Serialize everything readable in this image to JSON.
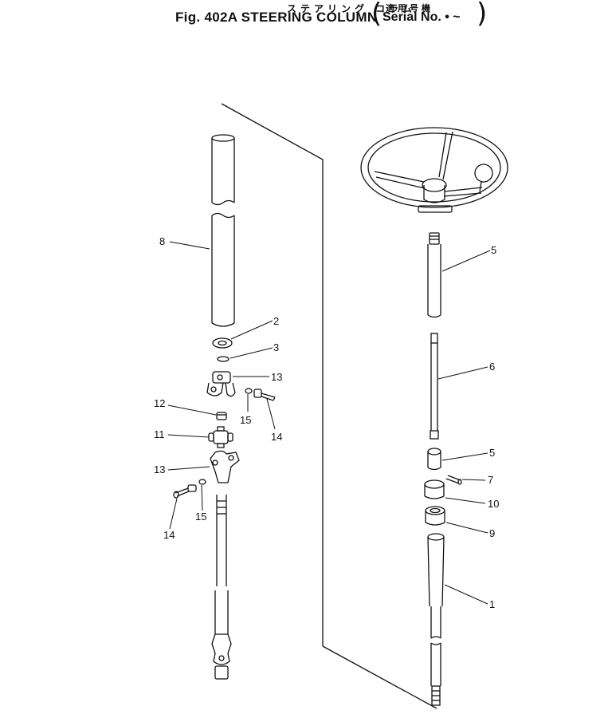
{
  "title": {
    "japanese": "ステアリング コラム",
    "main": "Fig. 402A STEERING COLUMN",
    "serial_japanese": "適用号機",
    "serial": "Serial No. • ~"
  },
  "callouts": {
    "c1": "1",
    "c2": "2",
    "c3": "3",
    "c5a": "5",
    "c5b": "5",
    "c6": "6",
    "c7": "7",
    "c8": "8",
    "c9": "9",
    "c10": "10",
    "c11": "11",
    "c12": "12",
    "c13a": "13",
    "c13b": "13",
    "c14a": "14",
    "c14b": "14",
    "c15a": "15",
    "c15b": "15"
  }
}
